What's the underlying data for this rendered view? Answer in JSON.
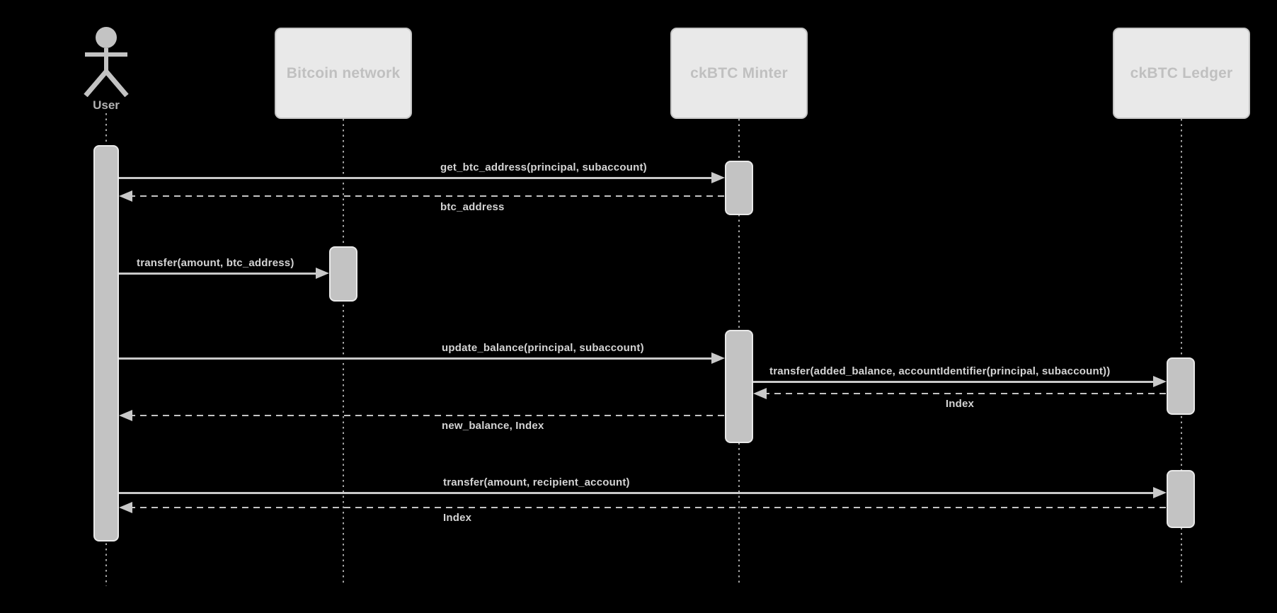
{
  "diagram": {
    "type": "sequence-diagram",
    "actor": {
      "label": "User"
    },
    "participants": [
      {
        "label": "Bitcoin network"
      },
      {
        "label": "ckBTC Minter"
      },
      {
        "label": "ckBTC Ledger"
      }
    ],
    "messages": [
      {
        "from": "User",
        "to": "ckBTC Minter",
        "style": "solid",
        "label": "get_btc_address(principal, subaccount)"
      },
      {
        "from": "ckBTC Minter",
        "to": "User",
        "style": "dashed-return",
        "label": "btc_address"
      },
      {
        "from": "User",
        "to": "Bitcoin network",
        "style": "solid",
        "label": "transfer(amount, btc_address)"
      },
      {
        "from": "User",
        "to": "ckBTC Minter",
        "style": "solid",
        "label": "update_balance(principal, subaccount)"
      },
      {
        "from": "ckBTC Minter",
        "to": "ckBTC Ledger",
        "style": "solid",
        "label": "transfer(added_balance, accountIdentifier(principal, subaccount))"
      },
      {
        "from": "ckBTC Ledger",
        "to": "ckBTC Minter",
        "style": "dashed-return",
        "label": "Index"
      },
      {
        "from": "ckBTC Minter",
        "to": "User",
        "style": "dashed-return",
        "label": "new_balance, Index"
      },
      {
        "from": "User",
        "to": "ckBTC Ledger",
        "style": "solid",
        "label": "transfer(amount, recipient_account)"
      },
      {
        "from": "ckBTC Ledger",
        "to": "User",
        "style": "dashed-return",
        "label": "Index"
      }
    ],
    "colors": {
      "background": "#000000",
      "participant_fill": "#e9e9e9",
      "participant_border": "#c5c5c5",
      "participant_text": "#c0c0c0",
      "activation_fill": "#c3c3c3",
      "line": "#c9c9c9",
      "message_text": "#d4d4d4",
      "lifeline": "#a8a8a8"
    }
  }
}
